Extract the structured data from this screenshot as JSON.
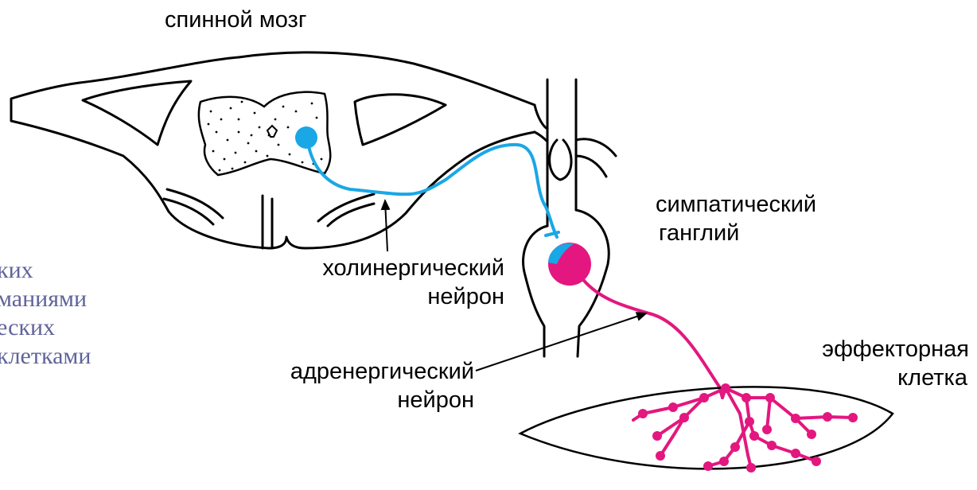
{
  "labels": {
    "spinal_cord": "спинной мозг",
    "ganglion_line1": "симпатический",
    "ganglion_line2": "ганглий",
    "cholinergic_line1": "холинергический",
    "cholinergic_line2": "нейрон",
    "adrenergic_line1": "адренергический",
    "adrenergic_line2": "нейрон",
    "effector_line1": "эффекторная",
    "effector_line2": "клетка"
  },
  "background_text": [
    "ких",
    "маниями",
    "еских",
    "клетками"
  ],
  "colors": {
    "cholinergic": "#1aa7e6",
    "adrenergic": "#e3177f",
    "outline": "#000000",
    "background_text": "#60639a"
  }
}
